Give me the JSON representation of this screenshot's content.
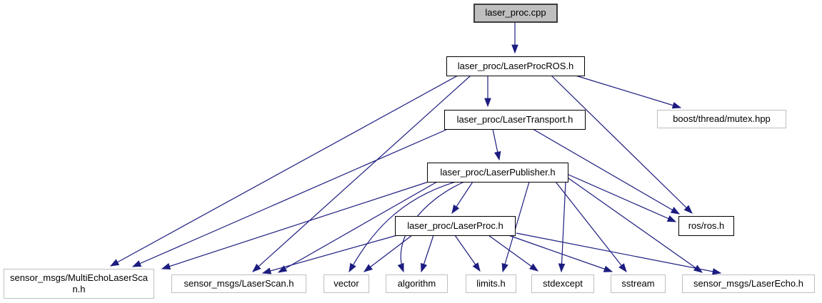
{
  "diagram": {
    "type": "include-dependency-graph",
    "root_file": "laser_proc.cpp",
    "edge_color": "#1c1c80",
    "root_fill_color": "#bfbfbf",
    "nodes": [
      {
        "id": "laser-proc-cpp",
        "label": "laser_proc.cpp",
        "type": "root"
      },
      {
        "id": "laser-proc-ros-h",
        "label": "laser_proc/LaserProcROS.h",
        "type": "internal"
      },
      {
        "id": "laser-transport-h",
        "label": "laser_proc/LaserTransport.h",
        "type": "internal"
      },
      {
        "id": "boost-thread-mutex-hpp",
        "label": "boost/thread/mutex.hpp",
        "type": "external"
      },
      {
        "id": "laser-publisher-h",
        "label": "laser_proc/LaserPublisher.h",
        "type": "internal"
      },
      {
        "id": "laser-proc-h",
        "label": "laser_proc/LaserProc.h",
        "type": "internal"
      },
      {
        "id": "ros-ros-h",
        "label": "ros/ros.h",
        "type": "internal"
      },
      {
        "id": "multi-echo-laser-scan-h",
        "label": "sensor_msgs/MultiEchoLaserScan.h",
        "type": "external"
      },
      {
        "id": "laser-scan-h",
        "label": "sensor_msgs/LaserScan.h",
        "type": "external"
      },
      {
        "id": "vector",
        "label": "vector",
        "type": "external"
      },
      {
        "id": "algorithm",
        "label": "algorithm",
        "type": "external"
      },
      {
        "id": "limits-h",
        "label": "limits.h",
        "type": "external"
      },
      {
        "id": "stdexcept",
        "label": "stdexcept",
        "type": "external"
      },
      {
        "id": "sstream",
        "label": "sstream",
        "type": "external"
      },
      {
        "id": "laser-echo-h",
        "label": "sensor_msgs/LaserEcho.h",
        "type": "external"
      }
    ],
    "edges": [
      {
        "from": "laser-proc-cpp",
        "to": "laser-proc-ros-h"
      },
      {
        "from": "laser-proc-ros-h",
        "to": "laser-transport-h"
      },
      {
        "from": "laser-proc-ros-h",
        "to": "multi-echo-laser-scan-h"
      },
      {
        "from": "laser-proc-ros-h",
        "to": "laser-scan-h"
      },
      {
        "from": "laser-proc-ros-h",
        "to": "ros-ros-h"
      },
      {
        "from": "laser-proc-ros-h",
        "to": "boost-thread-mutex-hpp"
      },
      {
        "from": "laser-transport-h",
        "to": "multi-echo-laser-scan-h"
      },
      {
        "from": "laser-transport-h",
        "to": "laser-publisher-h"
      },
      {
        "from": "laser-transport-h",
        "to": "ros-ros-h"
      },
      {
        "from": "laser-publisher-h",
        "to": "multi-echo-laser-scan-h"
      },
      {
        "from": "laser-publisher-h",
        "to": "laser-scan-h"
      },
      {
        "from": "laser-publisher-h",
        "to": "laser-proc-h"
      },
      {
        "from": "laser-publisher-h",
        "to": "vector"
      },
      {
        "from": "laser-publisher-h",
        "to": "algorithm"
      },
      {
        "from": "laser-publisher-h",
        "to": "limits-h"
      },
      {
        "from": "laser-publisher-h",
        "to": "stdexcept"
      },
      {
        "from": "laser-publisher-h",
        "to": "sstream"
      },
      {
        "from": "laser-publisher-h",
        "to": "laser-echo-h"
      },
      {
        "from": "laser-publisher-h",
        "to": "ros-ros-h"
      },
      {
        "from": "laser-proc-h",
        "to": "laser-scan-h"
      },
      {
        "from": "laser-proc-h",
        "to": "vector"
      },
      {
        "from": "laser-proc-h",
        "to": "algorithm"
      },
      {
        "from": "laser-proc-h",
        "to": "limits-h"
      },
      {
        "from": "laser-proc-h",
        "to": "stdexcept"
      },
      {
        "from": "laser-proc-h",
        "to": "sstream"
      },
      {
        "from": "laser-proc-h",
        "to": "laser-echo-h"
      }
    ]
  }
}
